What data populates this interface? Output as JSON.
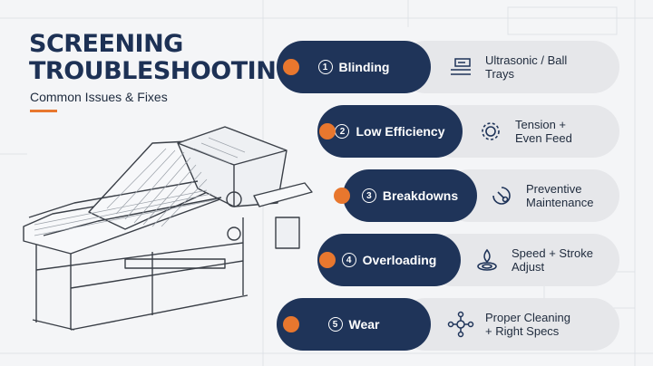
{
  "header": {
    "title_line1": "SCREENING",
    "title_line2": "TROUBLESHOOTING",
    "subtitle": "Common Issues & Fixes"
  },
  "colors": {
    "navy": "#1f3459",
    "orange": "#e8772e",
    "pill": "#e6e7ea"
  },
  "issues": [
    {
      "number": "1",
      "label": "Blinding",
      "fix": "Ultrasonic / Ball\nTrays",
      "icon": "tray-icon"
    },
    {
      "number": "2",
      "label": "Low Efficiency",
      "fix": "Tension +\nEven Feed",
      "icon": "gear-icon"
    },
    {
      "number": "3",
      "label": "Breakdowns",
      "fix": "Preventive\nMaintenance",
      "icon": "maintenance-icon"
    },
    {
      "number": "4",
      "label": "Overloading",
      "fix": "Speed + Stroke\nAdjust",
      "icon": "adjust-icon"
    },
    {
      "number": "5",
      "label": "Wear",
      "fix": "Proper Cleaning\n+ Right Specs",
      "icon": "network-icon"
    }
  ]
}
